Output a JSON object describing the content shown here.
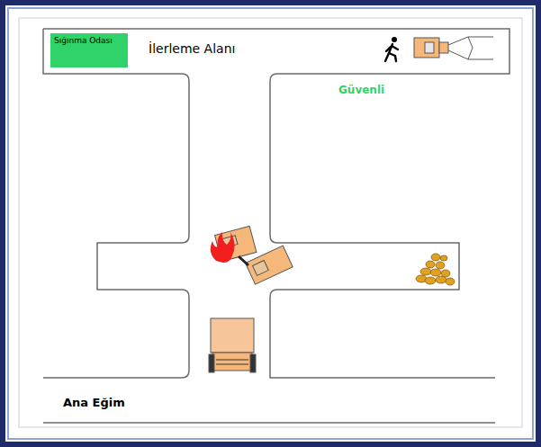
{
  "diagram": {
    "nodes": [
      {
        "text": [
          "Sığınma Odası"
        ]
      }
    ],
    "labels": [
      "İlerleme Alanı",
      "Güvenli",
      "Ana Eğim"
    ]
  }
}
